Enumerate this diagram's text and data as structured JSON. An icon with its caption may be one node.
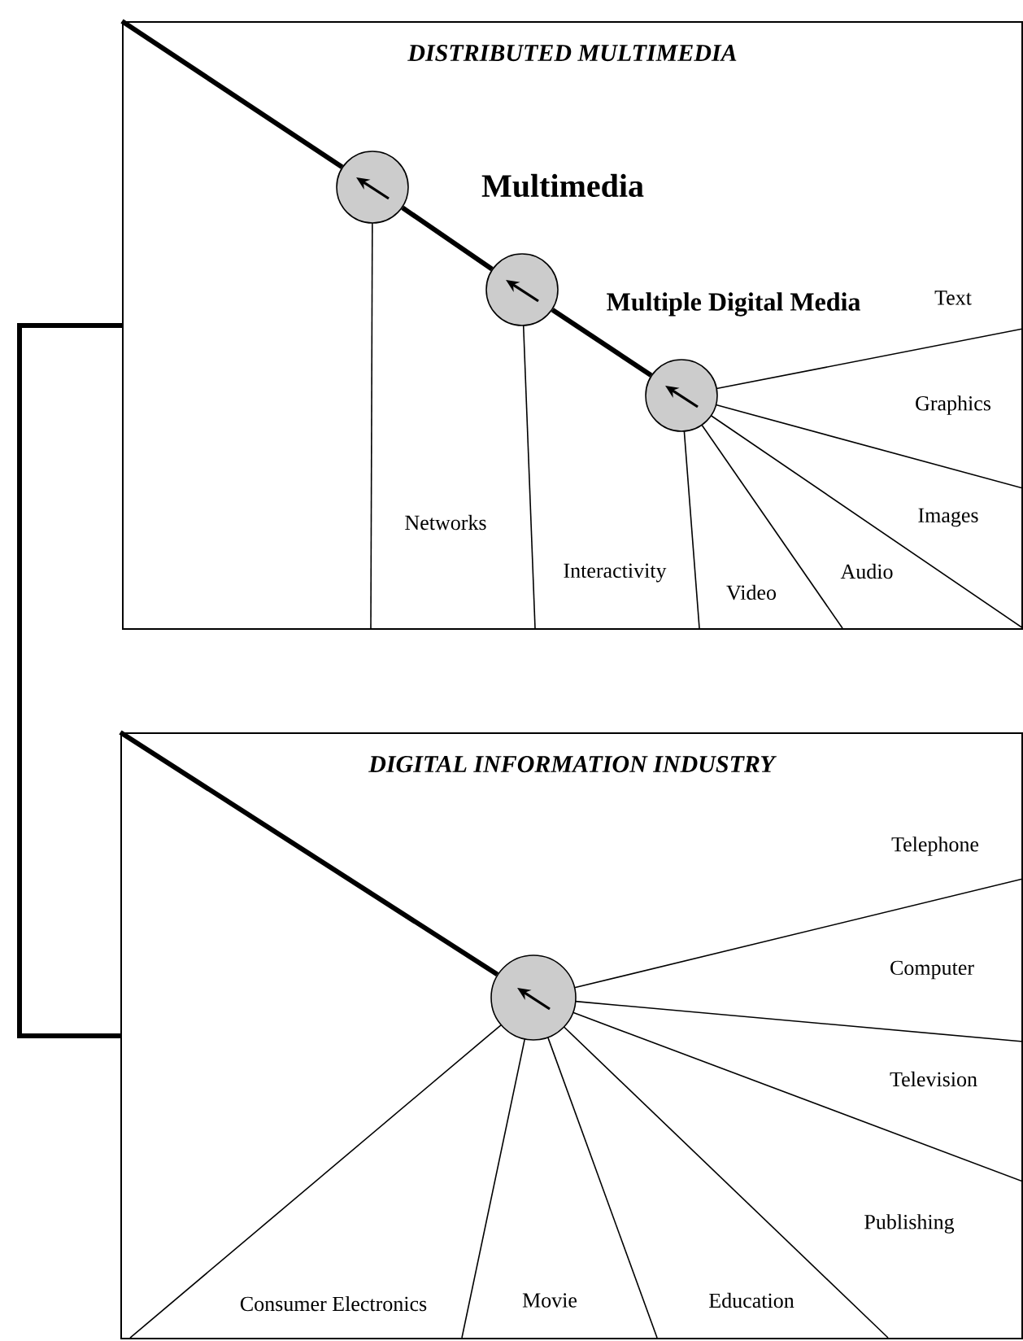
{
  "diagram": {
    "nodes": [
      {
        "text": [
          "DISTRIBUTED MULTIMEDIA"
        ]
      },
      {
        "text": [],
        "shape": "circle",
        "in": 0,
        "beside": [
          "Multimedia"
        ]
      },
      {
        "text": [],
        "shape": "circle",
        "in": 0,
        "beside": [
          "Multiple Digital Media"
        ]
      },
      {
        "text": [],
        "shape": "circle",
        "in": 0
      },
      {
        "text": [
          "DIGITAL INFORMATION INDUSTRY"
        ]
      },
      {
        "text": [],
        "shape": "circle",
        "in": 4
      }
    ],
    "edges": [
      {
        "from": 0,
        "to": 1,
        "arrow": "none"
      },
      {
        "from": 1,
        "to": 2,
        "arrow": "none"
      },
      {
        "from": 2,
        "to": 3,
        "arrow": "none"
      },
      {
        "from": 4,
        "to": 5,
        "arrow": "none"
      },
      {
        "from": 0,
        "to": 4,
        "arrow": "none"
      }
    ],
    "labels": [
      "Text",
      "Graphics",
      "Networks",
      "Images",
      "Interactivity",
      "Audio",
      "Video",
      "Telephone",
      "Computer",
      "Television",
      "Publishing",
      "Consumer Electronics",
      "Movie",
      "Education"
    ]
  }
}
